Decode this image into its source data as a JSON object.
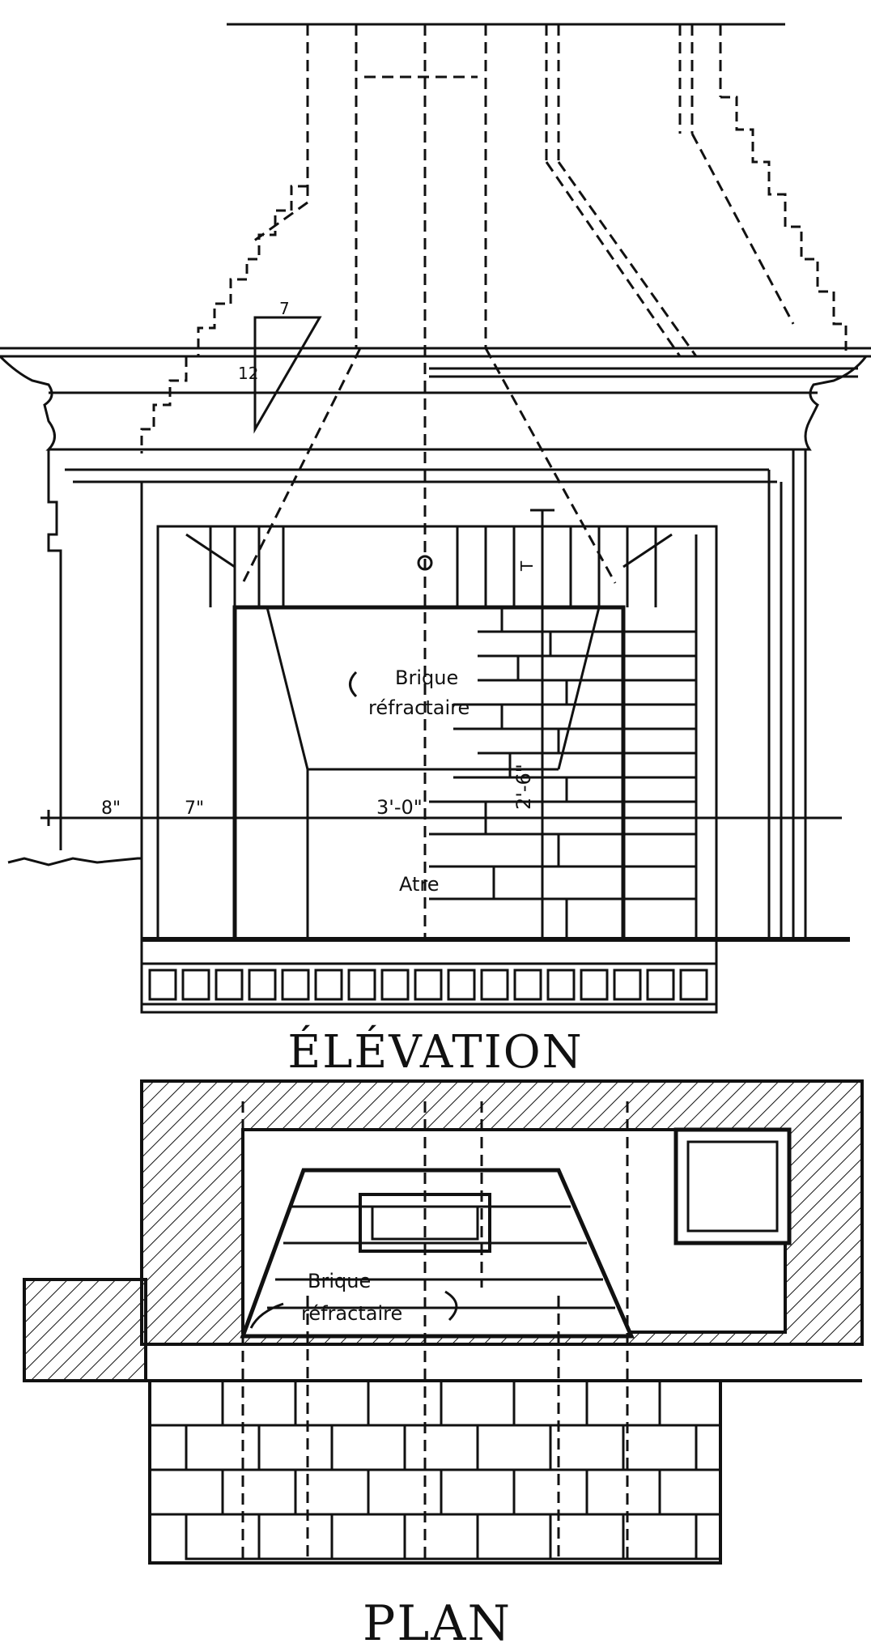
{
  "titles": {
    "elevation": "ÉLÉVATION",
    "plan": "PLAN"
  },
  "labels": {
    "brique_refractaire_elevation_1": "Brique",
    "brique_refractaire_elevation_2": "réfractaire",
    "atre": "Atre",
    "brique_refractaire_plan_1": "Brique",
    "brique_refractaire_plan_2": "réfractaire"
  },
  "dimensions": {
    "left_reveal": "8\"",
    "jamb": "7\"",
    "opening_width": "3'-0\"",
    "opening_height": "2'-6\"",
    "lintel_depth": "T"
  },
  "slope": {
    "run": "7",
    "rise": "12"
  }
}
